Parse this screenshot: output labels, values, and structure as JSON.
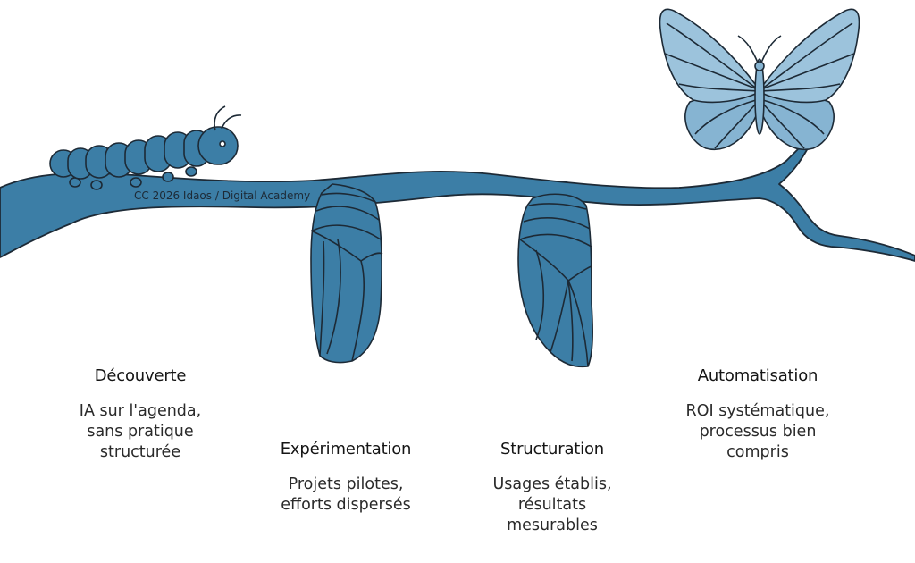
{
  "credit": "CC 2026 Idaos / Digital Academy",
  "colors": {
    "branch": "#3c7ea6",
    "outline": "#1d2a36",
    "butterfly": "#86b4d2",
    "butterfly_light": "#9cc3dc"
  },
  "stages": [
    {
      "title": "Découverte",
      "description": "IA sur l'agenda,\nsans pratique\nstructurée",
      "icon": "caterpillar-icon"
    },
    {
      "title": "Expérimentation",
      "description": "Projets pilotes,\nefforts dispersés",
      "icon": "chrysalis-icon"
    },
    {
      "title": "Structuration",
      "description": "Usages établis,\nrésultats\nmesurables",
      "icon": "chrysalis-icon"
    },
    {
      "title": "Automatisation",
      "description": "ROI systématique,\nprocessus bien\ncompris",
      "icon": "butterfly-icon"
    }
  ]
}
